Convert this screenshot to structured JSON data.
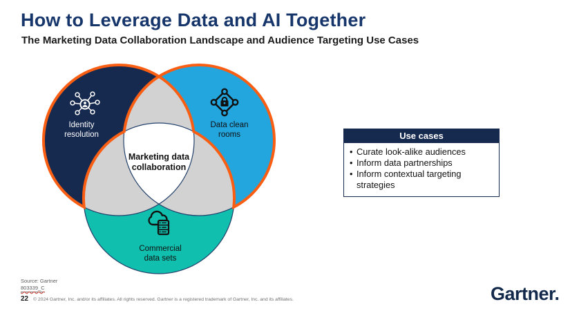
{
  "slide": {
    "title": "How to Leverage Data and AI Together",
    "subtitle": "The Marketing Data Collaboration Landscape and Audience Targeting Use Cases"
  },
  "venn": {
    "circles": [
      {
        "id": "identity-resolution",
        "icon": "identity-network-icon",
        "label_lines": [
          "Identity",
          "resolution"
        ]
      },
      {
        "id": "data-clean-rooms",
        "icon": "lock-network-icon",
        "label_lines": [
          "Data clean",
          "rooms"
        ]
      },
      {
        "id": "commercial-data-sets",
        "icon": "cloud-server-icon",
        "label_lines": [
          "Commercial",
          "data sets"
        ]
      }
    ],
    "center_label_lines": [
      "Marketing data",
      "collaboration"
    ]
  },
  "use_cases": {
    "header": "Use cases",
    "items": [
      "Curate look-alike audiences",
      "Inform data partnerships",
      "Inform contextual targeting strategies"
    ]
  },
  "source_line": "Source: Gartner",
  "doc_code": "803339_C",
  "page_number": "22",
  "copyright": "© 2024 Gartner, Inc. and/or its affiliates. All rights reserved. Gartner is a registered trademark of Gartner, Inc. and its affiliates.",
  "logo_text": "Gartner.",
  "colors": {
    "navy": "#16294F",
    "blue": "#23A5DE",
    "teal": "#10BFAD",
    "orange": "#FA5E13",
    "overlap_gray": "#D2D2D2",
    "thin_line": "#23406B",
    "title_navy": "#16356B"
  }
}
